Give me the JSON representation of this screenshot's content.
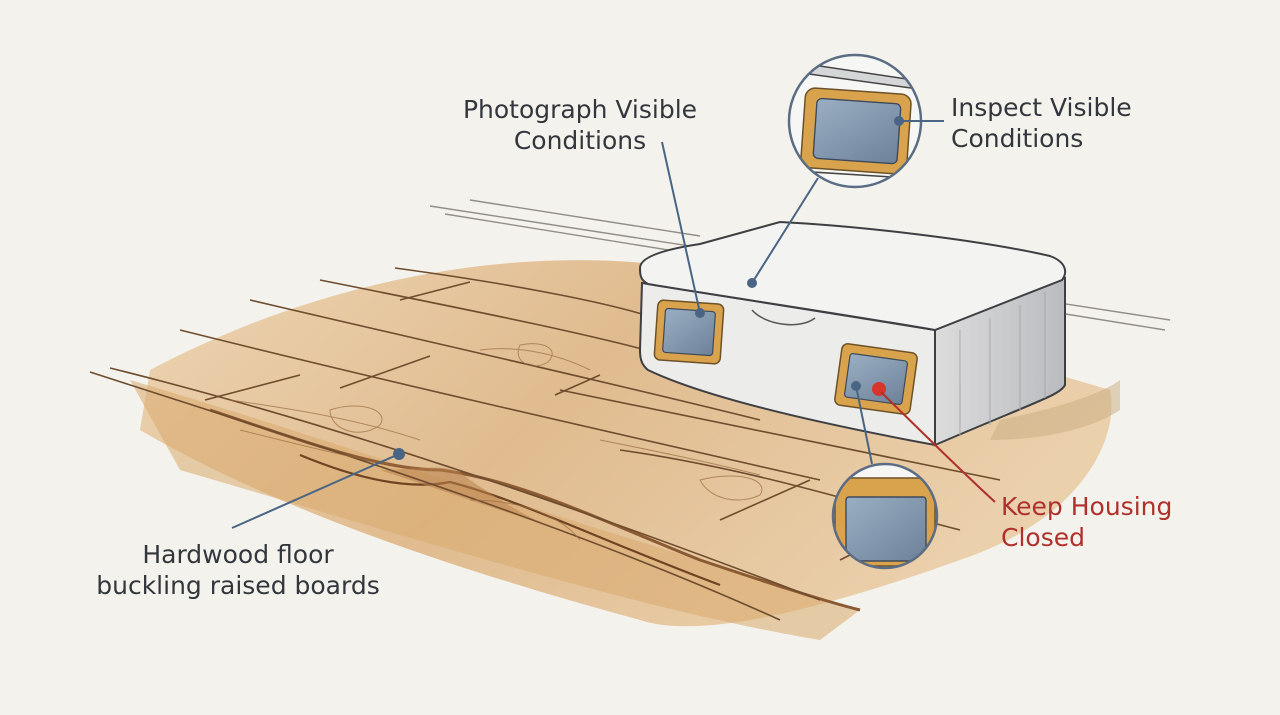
{
  "labels": {
    "photograph": {
      "line1": "Photograph Visible",
      "line2": "Conditions"
    },
    "inspect": {
      "line1": "Inspect Visible",
      "line2": "Conditions"
    },
    "keep_housing": {
      "line1": "Keep Housing",
      "line2": "Closed"
    },
    "floor": {
      "line1": "Hardwood floor",
      "line2": "buckling raised boards"
    }
  },
  "colors": {
    "background": "#f4f2ec",
    "wood_light": "#e7c9a0",
    "wood_mid": "#cf9f66",
    "wood_dark": "#8a5a32",
    "housing": "#eeeeec",
    "window_frame": "#d9a24c",
    "window_glass": "#7e93ab",
    "leader_blue": "#4a6584",
    "warning_red": "#b0302c",
    "sensor_dot": "#d8342c",
    "label_text": "#33373d"
  }
}
